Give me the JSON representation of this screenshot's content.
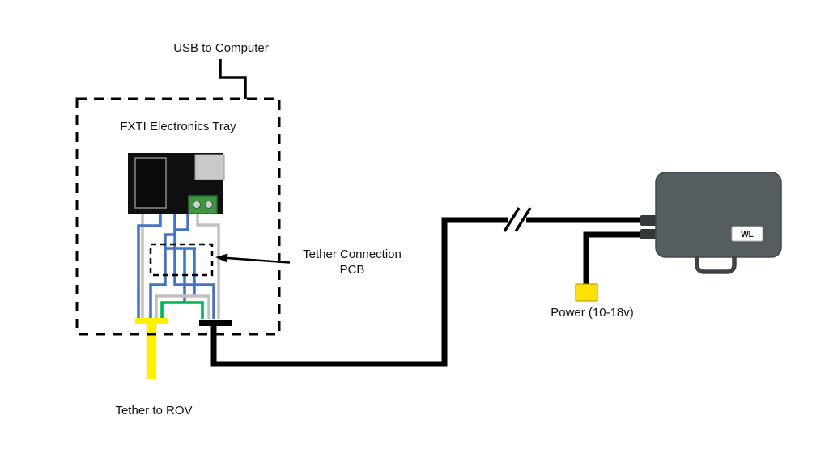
{
  "diagram": {
    "labels": {
      "usb_to_computer": "USB to Computer",
      "fxti_tray": "FXTI Electronics Tray",
      "tether_pcb_line1": "Tether Connection",
      "tether_pcb_line2": "PCB",
      "power": "Power (10-18v)",
      "tether_to_rov": "Tether to ROV",
      "wl_badge": "WL"
    },
    "colors": {
      "wire_blue": "#4472C4",
      "wire_gray": "#C0C0C0",
      "wire_green": "#00B050",
      "tether_yellow": "#FFF100",
      "power_connector_yellow": "#FFE100",
      "cable_black": "#000000",
      "enclosure_gray": "#565D60",
      "connector_dark": "#33383A",
      "handle_gray": "#3E4446",
      "terminal_green": "#3E9641"
    }
  }
}
